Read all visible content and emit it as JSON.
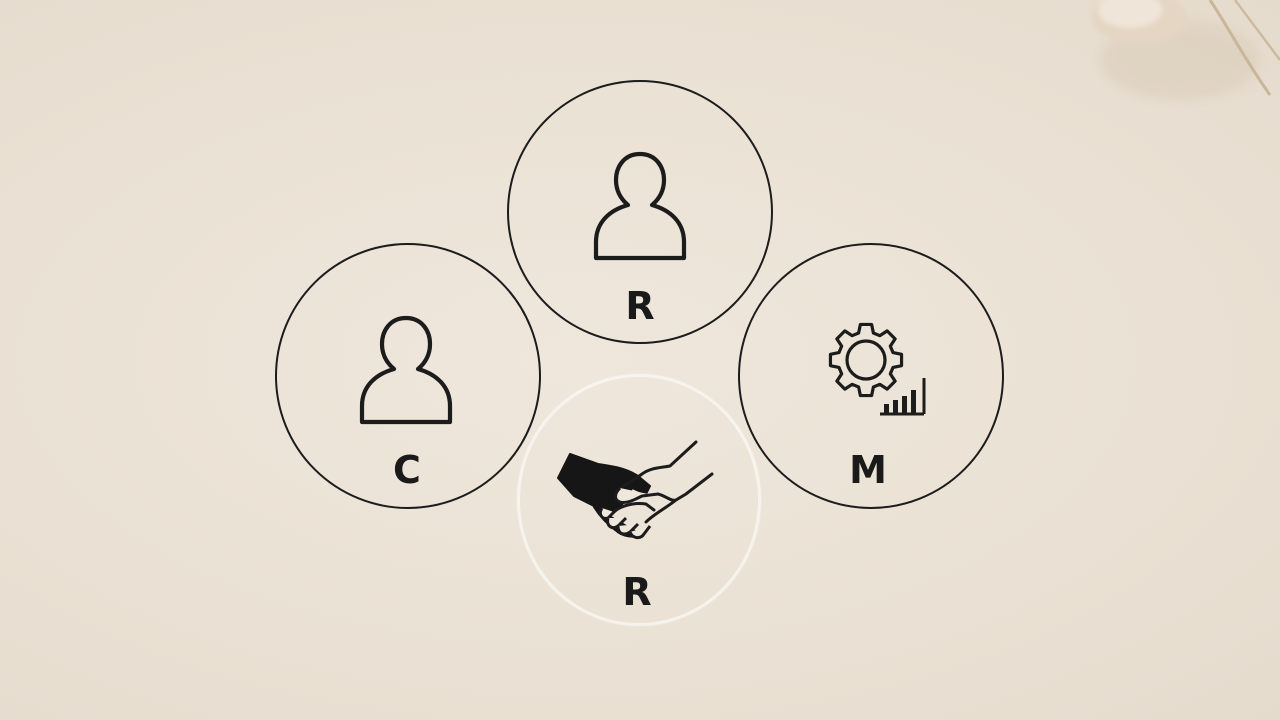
{
  "diagram": {
    "nodes": [
      {
        "id": "c",
        "letter": "C",
        "icon": "person-icon"
      },
      {
        "id": "r-top",
        "letter": "R",
        "icon": "person-icon"
      },
      {
        "id": "m",
        "letter": "M",
        "icon": "gear-chart-icon"
      },
      {
        "id": "r-bottom",
        "letter": "R",
        "icon": "handshake-icon"
      }
    ]
  },
  "colors": {
    "background": "#ebe3d7",
    "stroke": "#1c1c1c",
    "ghost_ring": "#f6f2ec"
  }
}
